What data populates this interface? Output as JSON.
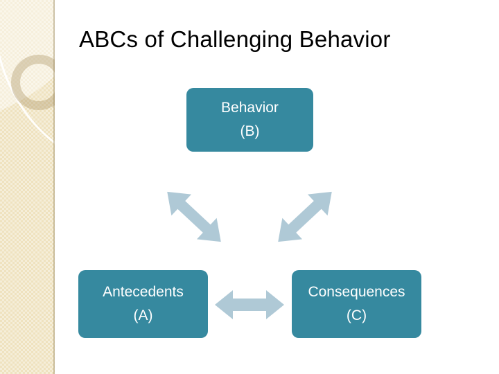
{
  "slide": {
    "title": "ABCs of Challenging Behavior",
    "background_color": "#ffffff"
  },
  "sidebar": {
    "name": "decorative-sidebar",
    "background_color": "#efe2bf",
    "accent_color": "#b29e70",
    "highlight_color": "#f7f0de",
    "shapes": [
      "light-corner-arc",
      "white-thin-arc",
      "tan-ring"
    ]
  },
  "diagram": {
    "type": "triangle-relationship",
    "box_color": "#36899f",
    "box_text_color": "#ffffff",
    "arrow_color": "#afc9d6",
    "boxes": [
      {
        "id": "behavior",
        "line1": "Behavior",
        "line2": "(B)"
      },
      {
        "id": "antecedents",
        "line1": "Antecedents",
        "line2": "(A)"
      },
      {
        "id": "consequences",
        "line1": "Consequences",
        "line2": "(C)"
      }
    ],
    "arrows": [
      {
        "id": "antecedents-behavior",
        "style": "double-headed",
        "orientation": "diagonal-up-right"
      },
      {
        "id": "behavior-consequences",
        "style": "double-headed",
        "orientation": "diagonal-down-right"
      },
      {
        "id": "antecedents-consequences",
        "style": "double-headed",
        "orientation": "horizontal"
      }
    ]
  }
}
